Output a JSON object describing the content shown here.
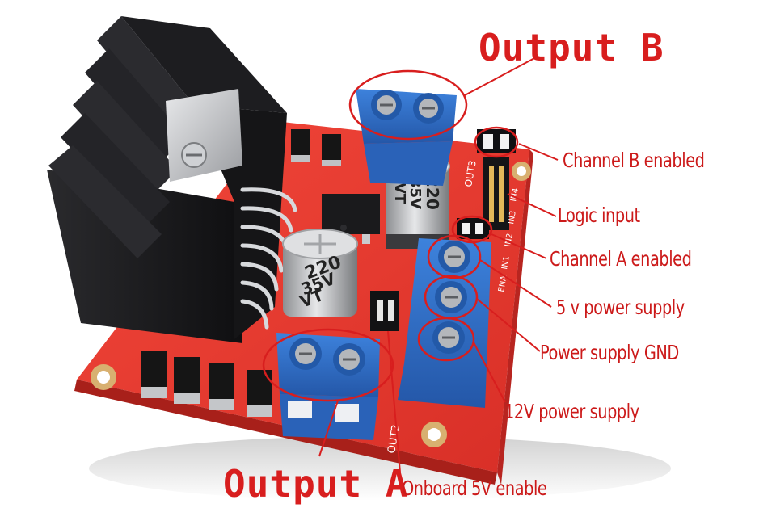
{
  "labels": {
    "output_b": "Output B",
    "output_a": "Output A",
    "channel_b_enabled": "Channel B enabled",
    "logic_input": "Logic input",
    "channel_a_enabled": "Channel A enabled",
    "power_5v": "5 v power supply",
    "power_gnd": "Power supply GND",
    "power_12v": "12V power supply",
    "onboard_5v_enable": "Onboard 5V enable"
  },
  "board": {
    "cap_value": "220",
    "cap_voltage": "35V",
    "cap_series": "VT",
    "out2": "OUT2",
    "out3": "OUT3",
    "pin_labels": [
      "IN4",
      "IN3",
      "IN2",
      "IN1",
      "ENA"
    ]
  },
  "colors": {
    "annotation": "#d81e1e",
    "pcb": "#e53a2f",
    "terminal": "#2e6fc9",
    "heatsink": "#1b1b1d"
  }
}
